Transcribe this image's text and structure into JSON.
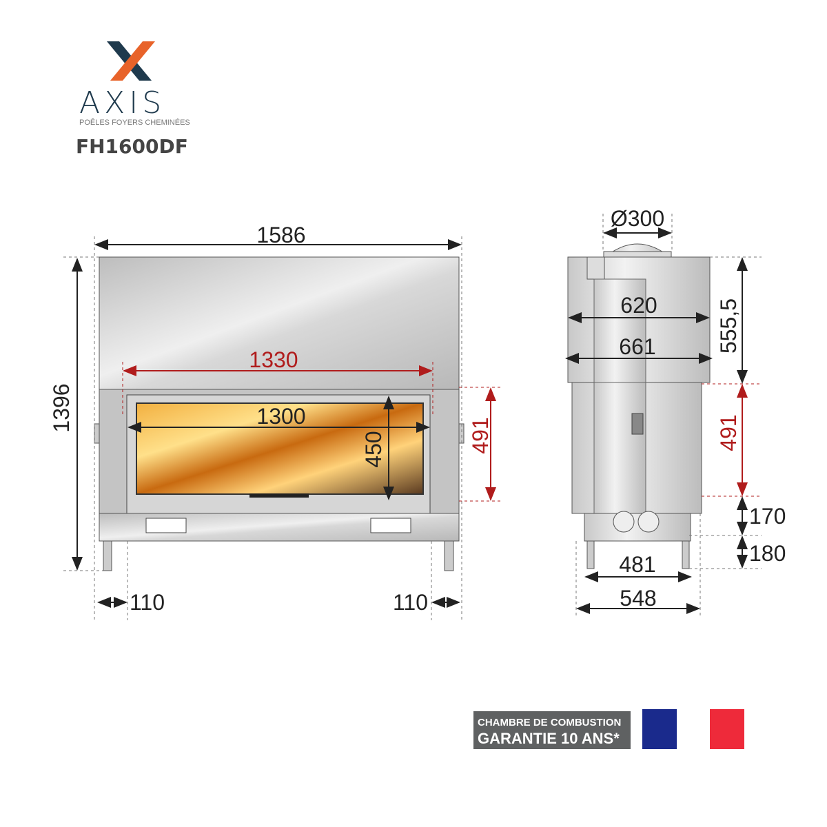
{
  "brand": {
    "name": "AXIS",
    "tagline": "POÊLES FOYERS CHEMINÉES",
    "model": "FH1600DF",
    "colors": {
      "navy": "#1f3a4d",
      "orange": "#e8632a"
    }
  },
  "front_view": {
    "overall_width": "1586",
    "overall_height": "1396",
    "glass_frame_width": "1330",
    "glass_width": "1300",
    "glass_height": "450",
    "side_height": "491",
    "left_offset": "110",
    "right_offset": "110"
  },
  "side_view": {
    "flue_diameter": "Ø300",
    "width_620": "620",
    "width_661": "661",
    "top_height": "555,5",
    "mid_height": "491",
    "base_height": "170",
    "leg_height": "180",
    "leg_spacing": "481",
    "depth": "548"
  },
  "badge": {
    "line1": "CHAMBRE DE COMBUSTION",
    "line2": "GARANTIE 10 ANS*"
  },
  "flag": {
    "blue": "#1a2a8c",
    "red": "#ee2a3a"
  }
}
